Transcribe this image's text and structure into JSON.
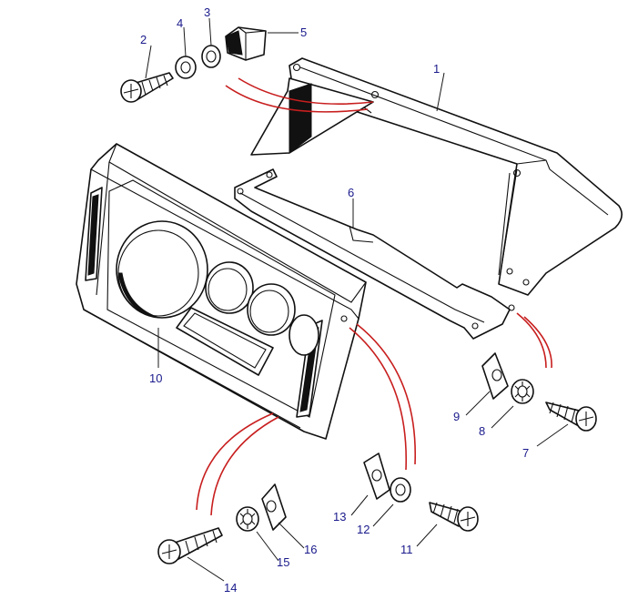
{
  "diagram": {
    "kind": "exploded parts diagram",
    "colors": {
      "outline": "#111111",
      "callout_text": "#1a1a8c",
      "fitting_path": "#c81e1e",
      "background": "#ffffff"
    },
    "callouts": [
      "1",
      "2",
      "3",
      "4",
      "5",
      "6",
      "7",
      "8",
      "9",
      "10",
      "11",
      "12",
      "13",
      "14",
      "15",
      "16"
    ]
  }
}
